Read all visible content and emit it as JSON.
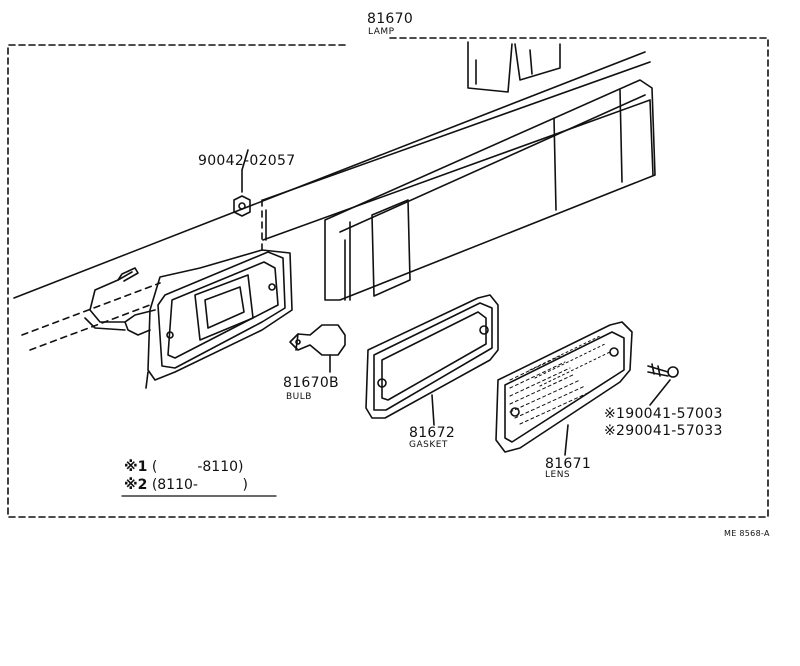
{
  "assembly": {
    "part_no": "81670",
    "name": "LAMP"
  },
  "parts": [
    {
      "part_no": "90042-02057",
      "name": ""
    },
    {
      "part_no": "81670B",
      "name": "BULB"
    },
    {
      "part_no": "81672",
      "name": "GASKET"
    },
    {
      "part_no": "81671",
      "name": "LENS"
    }
  ],
  "screw": [
    {
      "mark": "※1",
      "part_no": "90041-57003"
    },
    {
      "mark": "※2",
      "part_no": "90041-57033"
    }
  ],
  "legend": [
    {
      "mark": "※1",
      "range": "(         -8110)"
    },
    {
      "mark": "※2",
      "range": "(8110-          )"
    }
  ],
  "drawing_code": "ME 8568-A"
}
